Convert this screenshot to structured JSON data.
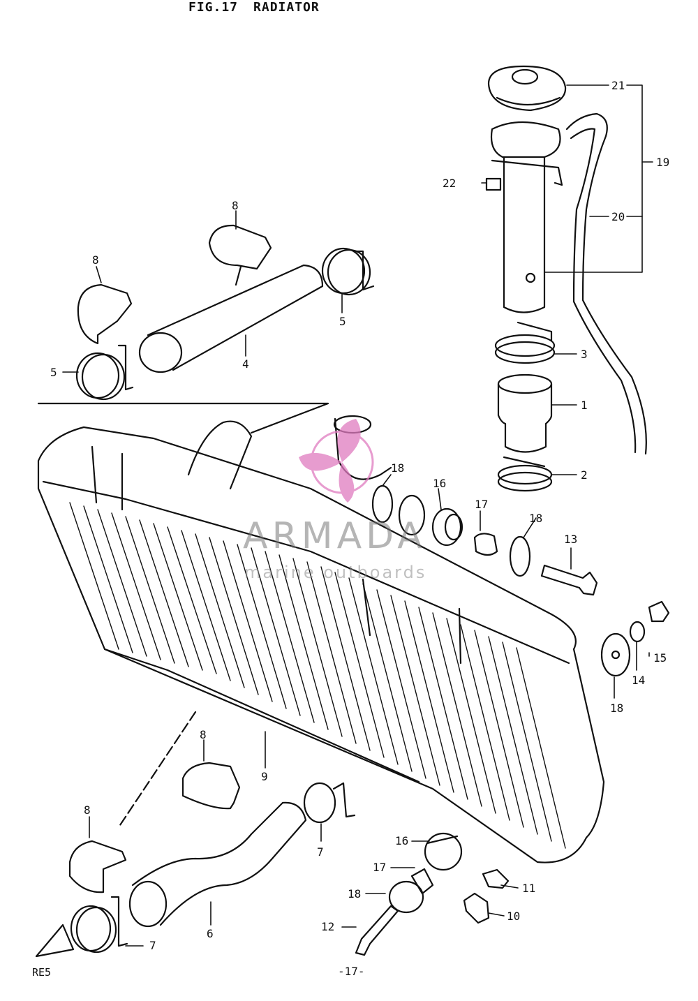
{
  "header": {
    "fig_number": "FIG.17",
    "fig_title": "RADIATOR"
  },
  "callouts": [
    "21",
    "19",
    "22",
    "20",
    "8",
    "8",
    "5",
    "5",
    "4",
    "3",
    "1",
    "2",
    "18",
    "16",
    "17",
    "18",
    "13",
    "15",
    "14",
    "18",
    "9",
    "8",
    "8",
    "7",
    "16",
    "17",
    "11",
    "18",
    "10",
    "12",
    "6",
    "7"
  ],
  "footer": {
    "model_code": "RE5",
    "page_number": "-17-"
  },
  "watermark": {
    "brand": "ARMADA",
    "tagline": "marine outboards",
    "accent_color": "#e07bc0"
  }
}
